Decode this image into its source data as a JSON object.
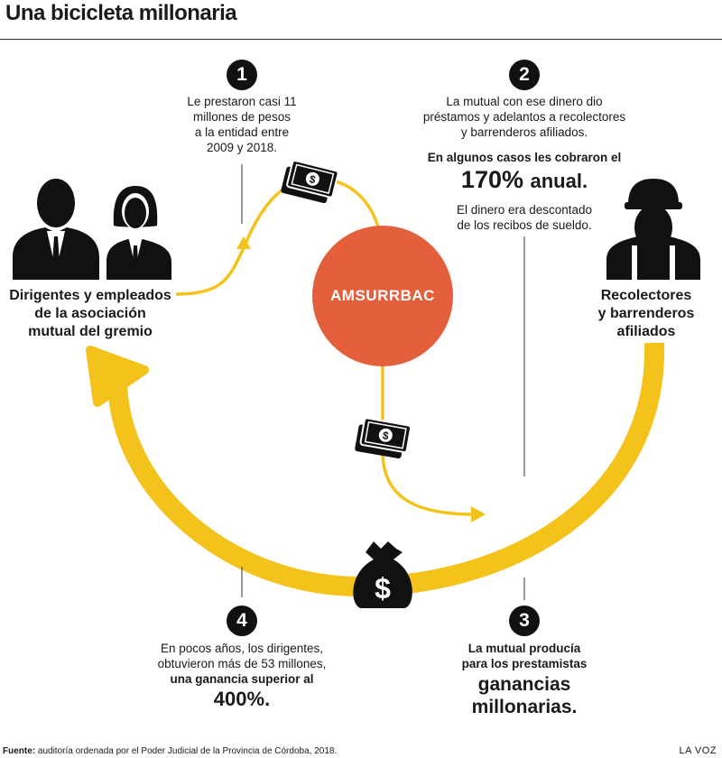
{
  "title": "Una bicicleta millonaria",
  "center": {
    "name": "AMSURRBAC",
    "color": "#e4603d"
  },
  "accent_color": "#f3c21b",
  "left_group": {
    "label_lines": [
      "Dirigentes y empleados",
      "de la asociación",
      "mutual del gremio"
    ]
  },
  "right_group": {
    "label_lines": [
      "Recolectores",
      "y barrenderos",
      "afiliados"
    ]
  },
  "steps": [
    {
      "number": "1",
      "lines": [
        "Le prestaron casi 11",
        "millones de pesos",
        "a la entidad entre",
        "2009 y 2018."
      ]
    },
    {
      "number": "2",
      "lines": [
        "La mutual con ese dinero dio",
        "préstamos y adelantos a recolectores",
        "y barrenderos afiliados."
      ],
      "highlight": "En algunos casos les cobraron el",
      "big_value": "170%",
      "big_unit": "anual.",
      "extra_lines": [
        "El dinero era descontado",
        "de los recibos de sueldo."
      ]
    },
    {
      "number": "3",
      "lines": [
        "La mutual producía",
        "para los prestamistas"
      ],
      "big_lines": [
        "ganancias",
        "millonarias."
      ]
    },
    {
      "number": "4",
      "lines": [
        "En pocos años, los dirigentes,",
        "obtuvieron más de 53 millones,"
      ],
      "highlight": "una ganancia superior al",
      "big_value": "400%."
    }
  ],
  "icons": [
    "business-people-icon",
    "worker-icon",
    "banknotes-icon",
    "money-bag-icon",
    "arrow-icon"
  ],
  "footer": {
    "source_label": "Fuente:",
    "source_text": "auditoría ordenada por el Poder Judicial de la Provincia de Córdoba, 2018.",
    "brand": "LA VOZ"
  }
}
